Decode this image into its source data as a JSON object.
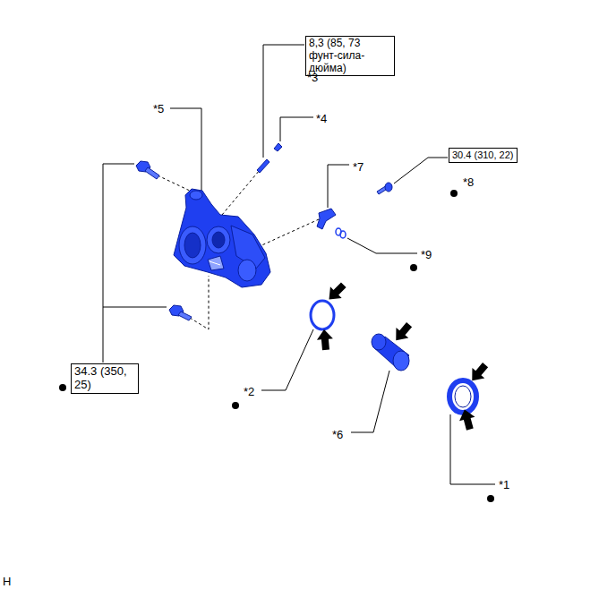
{
  "diagram": {
    "nodes": [
      {
        "text": [
          "8,3 (85, 73 фунт-сила-дюйма)"
        ]
      },
      {
        "text": [
          "30.4 (310, 22)"
        ]
      },
      {
        "text": [
          "34.3 (350, 25)"
        ]
      }
    ],
    "labels": [
      "*5",
      "*3",
      "*4",
      "*7",
      "*8",
      "*9",
      "*2",
      "*6",
      "*1",
      "H"
    ]
  }
}
